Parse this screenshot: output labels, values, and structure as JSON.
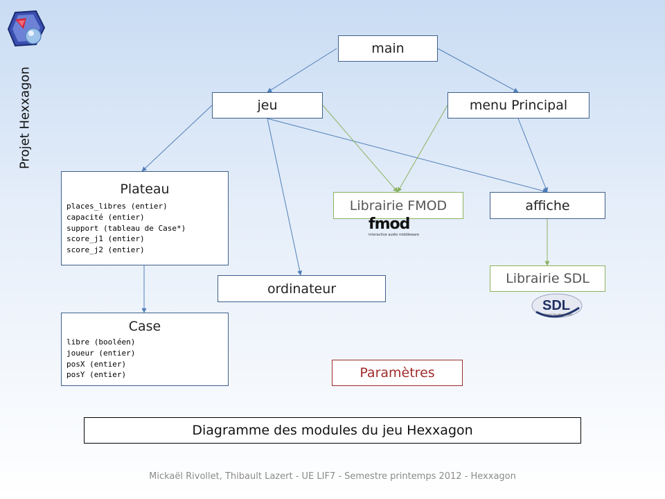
{
  "side_title": "Projet Hexxagon",
  "modules": {
    "main": "main",
    "jeu": "jeu",
    "menu_principal": "menu Principal",
    "plateau": {
      "title": "Plateau",
      "attributes": [
        "places_libres (entier)",
        "capacité (entier)",
        "support (tableau de Case*)",
        "score_j1 (entier)",
        "score_j2 (entier)"
      ]
    },
    "case": {
      "title": "Case",
      "attributes": [
        "libre (booléen)",
        "joueur (entier)",
        "posX (entier)",
        "posY (entier)"
      ]
    },
    "librairie_fmod": "Librairie FMOD",
    "affiche": "affiche",
    "ordinateur": "ordinateur",
    "librairie_sdl": "Librairie SDL",
    "parametres": "Paramètres"
  },
  "logos": {
    "fmod_word": "fmod",
    "fmod_sub": "interactive audio middleware",
    "sdl_word": "SDL",
    "sdl_sub": "Simple DirectMedia Layer"
  },
  "caption": "Diagramme des modules du jeu Hexxagon",
  "footer": "Mickaël Rivollet, Thibault Lazert - UE LIF7 - Semestre printemps 2012 - Hexxagon",
  "colors": {
    "module_border": "#3e5f8a",
    "library_border": "#8bb260",
    "param_color": "#a02b2b",
    "arrow_blue": "#4f7fb8",
    "arrow_green": "#8bb260"
  }
}
